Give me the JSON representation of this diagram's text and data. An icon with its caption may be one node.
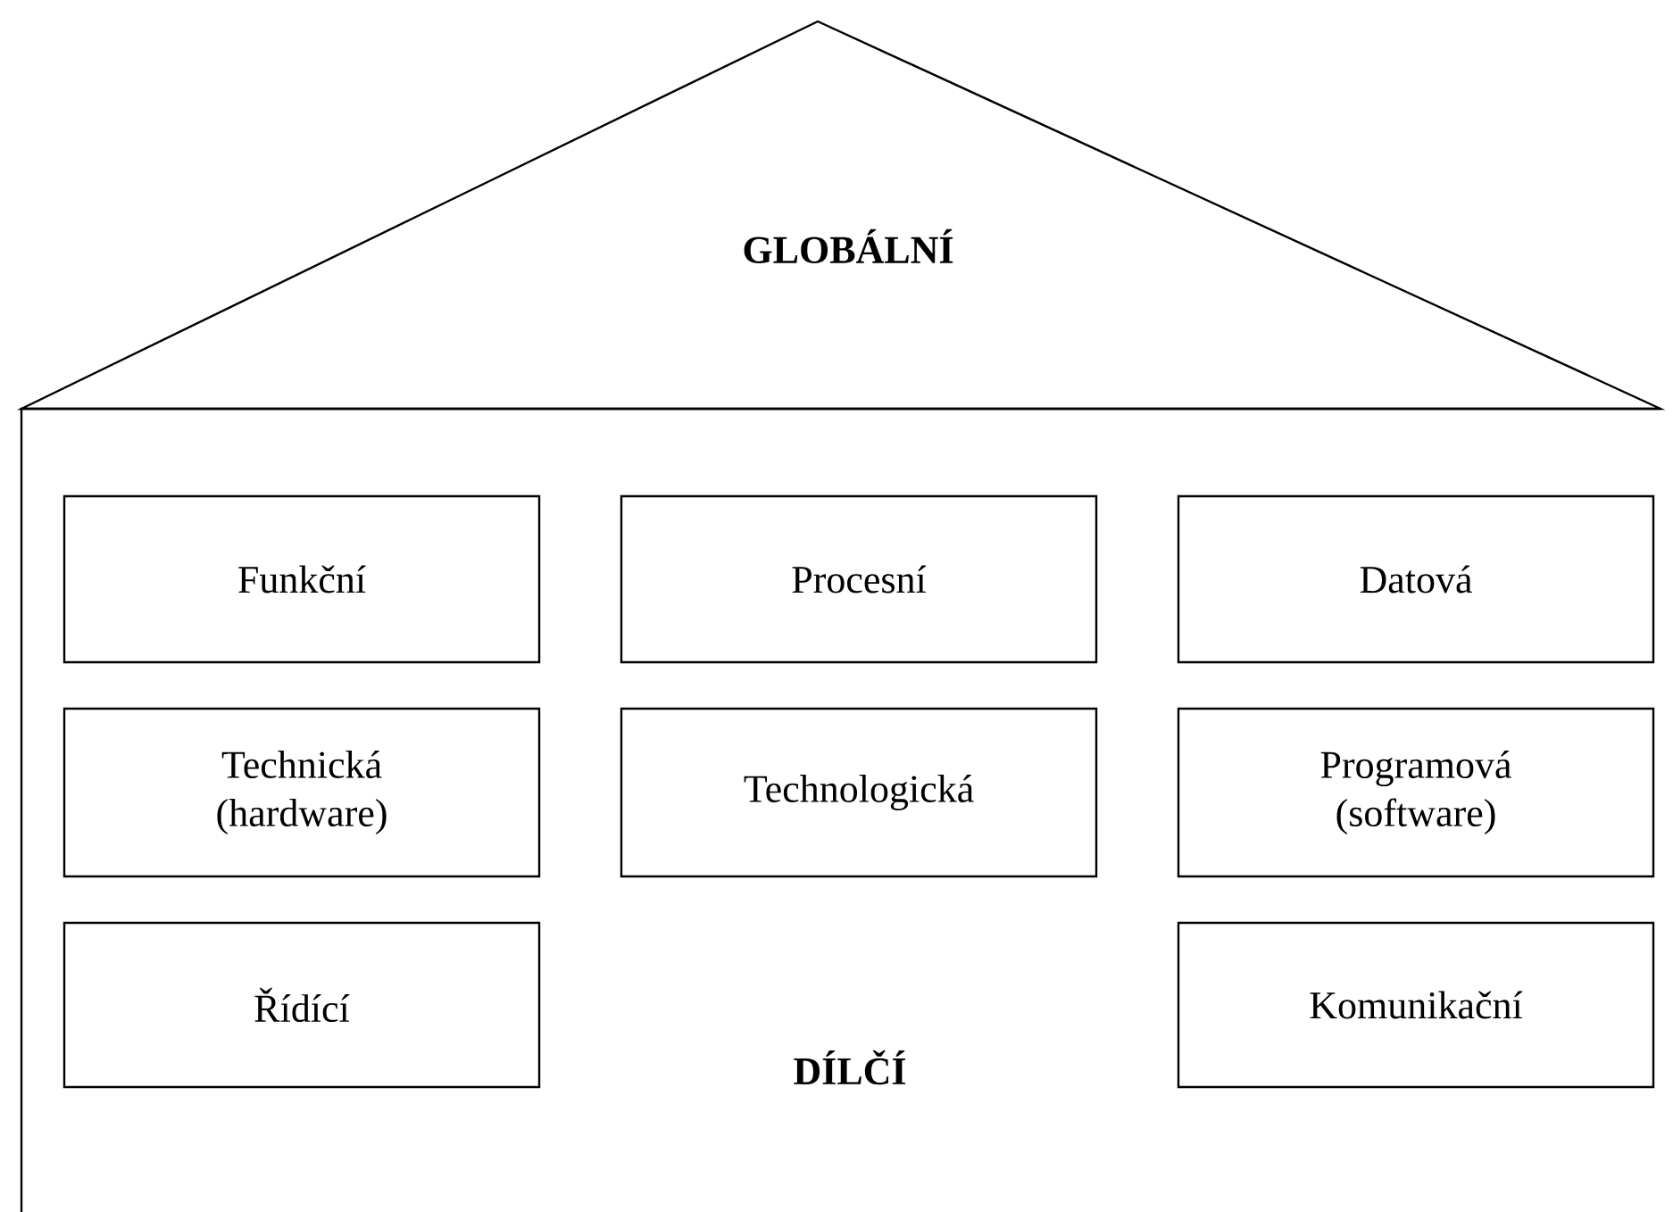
{
  "diagram": {
    "nodes": [
      {
        "text": [
          "GLOBÁLNÍ"
        ]
      },
      {
        "text": [
          "DÍLČÍ"
        ]
      },
      {
        "text": [
          "Funkční"
        ],
        "in": 1
      },
      {
        "text": [
          "Procesní"
        ],
        "in": 1
      },
      {
        "text": [
          "Datová"
        ],
        "in": 1
      },
      {
        "text": [
          "Technická (hardware)"
        ],
        "in": 1
      },
      {
        "text": [
          "Technologická"
        ],
        "in": 1
      },
      {
        "text": [
          "Programová (software)"
        ],
        "in": 1
      },
      {
        "text": [
          "Řídící"
        ],
        "in": 1
      },
      {
        "text": [
          "Komunikační"
        ],
        "in": 1
      }
    ],
    "edges": []
  }
}
